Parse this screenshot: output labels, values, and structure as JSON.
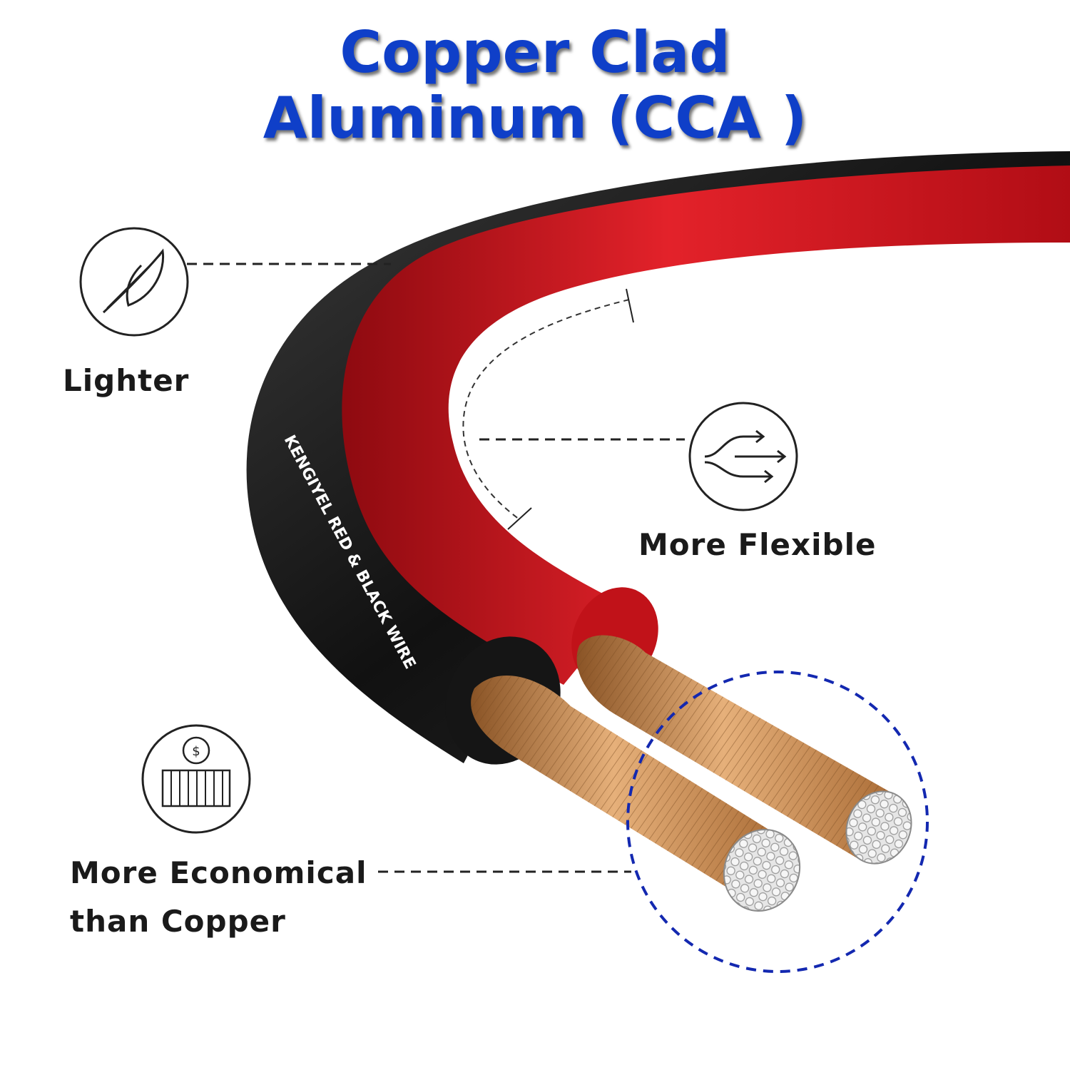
{
  "title": {
    "line1": "Copper Clad",
    "line2": "Aluminum (CCA )"
  },
  "features": [
    {
      "label": "Lighter",
      "icon": "feather-icon"
    },
    {
      "label": "More Flexible",
      "icon": "flexible-arrows-icon"
    },
    {
      "label_line1": "More Economical",
      "label_line2": "than Copper",
      "icon": "cable-spool-dollar-icon"
    }
  ],
  "cable": {
    "print_text": "KENGIYEL RED & BLACK WIRE"
  },
  "colors": {
    "title_blue": "#0f3fc8",
    "wire_red": "#d8121b",
    "wire_black": "#1a1a1a",
    "copper": "#c98a4e",
    "aluminum": "#d9d9d9",
    "highlight_circle": "#1328b0"
  }
}
